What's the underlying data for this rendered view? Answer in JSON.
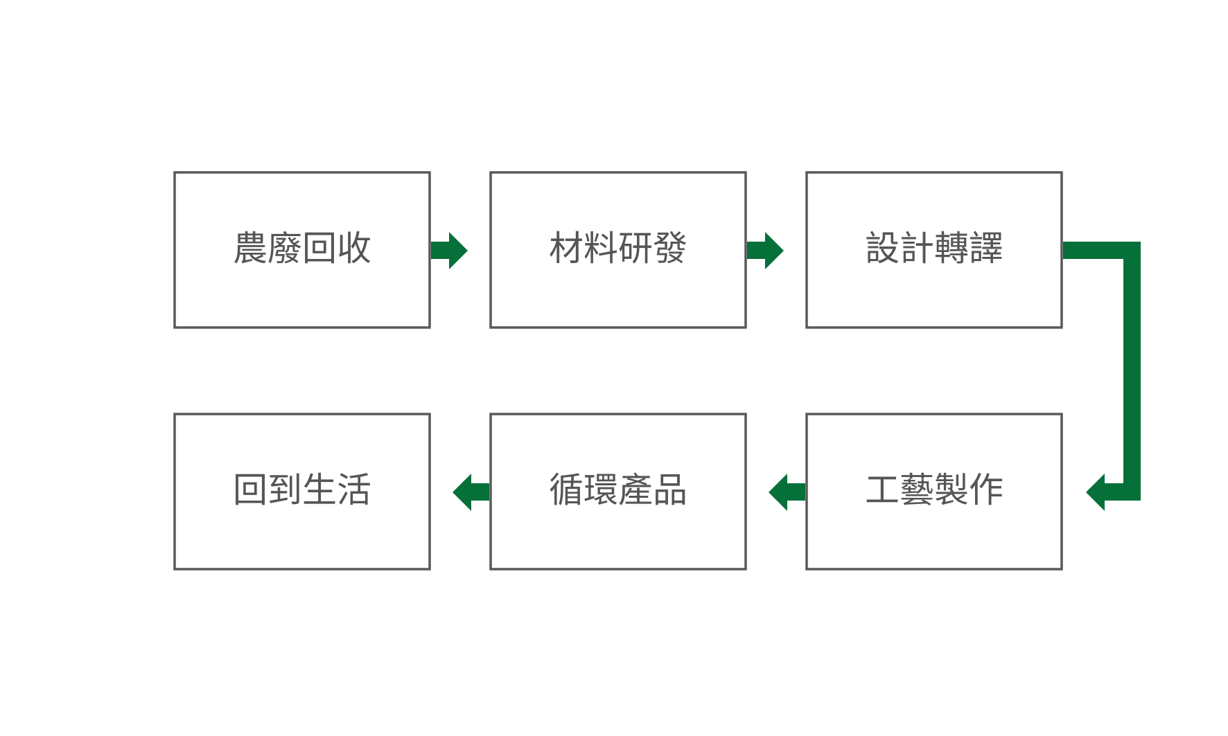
{
  "colors": {
    "arrow": "#06703a",
    "box_border": "#595959",
    "label_text": "#555555",
    "background": "#ffffff"
  },
  "steps": [
    {
      "label": "農廢回收"
    },
    {
      "label": "材料研發"
    },
    {
      "label": "設計轉譯"
    },
    {
      "label": "工藝製作"
    },
    {
      "label": "循環產品"
    },
    {
      "label": "回到生活"
    }
  ]
}
